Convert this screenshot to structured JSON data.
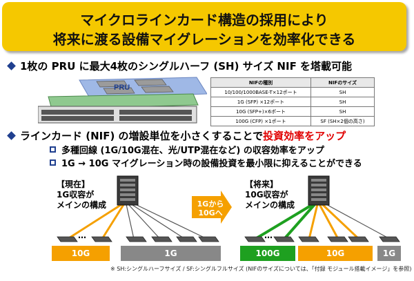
{
  "title": {
    "line1": "マイクロラインカード構造の採用により",
    "line2": "将来に渡る設備マイグレーションを効率化できる"
  },
  "bullet1": {
    "text": "1枚の PRU に最大4枚のシングルハーフ (SH) サイズ NIF を塔載可能"
  },
  "card_label": "PRU",
  "nif_table": {
    "headers": [
      "NIFの種別",
      "NIFのサイズ"
    ],
    "rows": [
      [
        "10/100/1000BASE-T×12ポート",
        "SH"
      ],
      [
        "1G (SFP) ×12ポート",
        "SH"
      ],
      [
        "10G (SFP+)×6ポート",
        "SH"
      ],
      [
        "100G (CFP) ×1ポート",
        "SF (SH×2個の高さ)"
      ]
    ]
  },
  "bullet2": {
    "text_main": "ラインカード (NIF) の増設単位を小さくすることで",
    "text_red": "投資効率をアップ"
  },
  "sub_bullets": [
    "多種回線 (1G/10G混在、光/UTP混在など) の収容効率をアップ",
    "1G → 10G マイグレーション時の設備投資を最小限に抑えることができる"
  ],
  "current": {
    "caption": [
      "【現在】",
      "1G収容が",
      "メインの構成"
    ],
    "segments": [
      "10G",
      "1G"
    ],
    "ellipsis": "…"
  },
  "arrow": {
    "label": [
      "1Gから",
      "10Gへ"
    ]
  },
  "future": {
    "caption": [
      "【将来】",
      "10G収容が",
      "メインの構成"
    ],
    "segments": [
      "100G",
      "10G",
      "1G"
    ],
    "ellipsis": "…"
  },
  "colors": {
    "banner": "#f5c800",
    "orange": "#f5a000",
    "green": "#1ea020",
    "gray": "#888888",
    "navy": "#1f3f8f",
    "red": "#e00000"
  },
  "footnote": "※ SH:シングルハーフサイズ / SF:シングルフルサイズ (NIFのサイズについては、「付録 モジュール搭載イメージ」を参照)"
}
